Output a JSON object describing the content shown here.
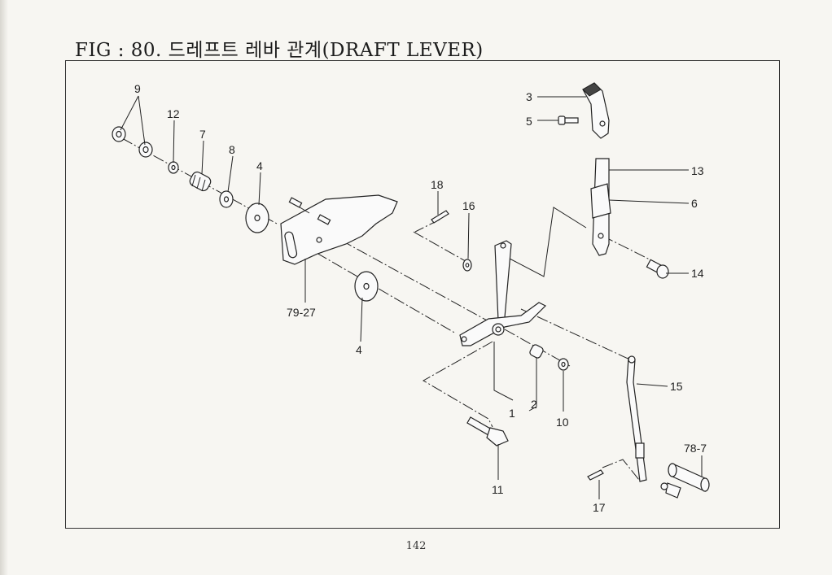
{
  "title": "FIG : 80. 드레프트 레바 관계(DRAFT LEVER)",
  "page_number": "142",
  "callouts": {
    "c9": "9",
    "c12": "12",
    "c7": "7",
    "c8": "8",
    "c4a": "4",
    "c79_27": "79-27",
    "c4b": "4",
    "c18": "18",
    "c16": "16",
    "c3": "3",
    "c5": "5",
    "c13": "13",
    "c6": "6",
    "c14": "14",
    "c15": "15",
    "c1": "1",
    "c2": "2",
    "c10": "10",
    "c11": "11",
    "c78_7": "78-7",
    "c17": "17"
  }
}
